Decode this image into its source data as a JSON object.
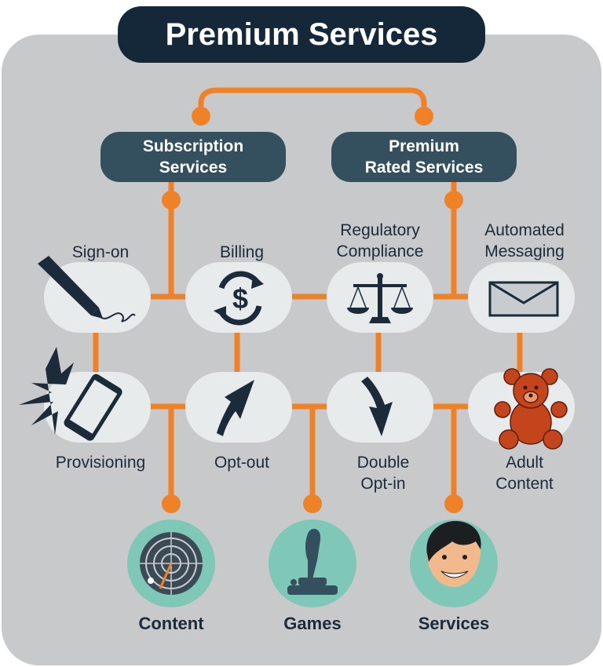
{
  "title": "Premium Services",
  "categories": {
    "subscription": {
      "line1": "Subscription",
      "line2": "Services"
    },
    "premium_rated": {
      "line1": "Premium",
      "line2": "Rated Services"
    }
  },
  "features": {
    "sign_on": {
      "line1": "Sign-on",
      "icon": "pen-icon"
    },
    "billing": {
      "line1": "Billing",
      "icon": "dollar-cycle-icon"
    },
    "regulatory": {
      "line1": "Regulatory",
      "line2": "Compliance",
      "icon": "scales-icon"
    },
    "messaging": {
      "line1": "Automated",
      "line2": "Messaging",
      "icon": "envelope-icon"
    },
    "provisioning": {
      "line1": "Provisioning",
      "icon": "phone-icon"
    },
    "opt_out": {
      "line1": "Opt-out",
      "icon": "arrow-up-icon"
    },
    "double_opt_in": {
      "line1": "Double",
      "line2": "Opt-in",
      "icon": "arrow-down-icon"
    },
    "adult": {
      "line1": "Adult",
      "line2": "Content",
      "icon": "teddy-bear-icon"
    }
  },
  "outputs": {
    "content": {
      "label": "Content",
      "icon": "radar-icon"
    },
    "games": {
      "label": "Games",
      "icon": "joystick-icon"
    },
    "services": {
      "label": "Services",
      "icon": "face-icon"
    }
  },
  "colors": {
    "navy": "#14283a",
    "slate": "#34505e",
    "orange": "#ef8227",
    "panel": "#c8c9cb",
    "node": "#e8ebec",
    "teal": "#7fc7b7",
    "icon": "#1b2b3a",
    "bear": "#c4441c"
  }
}
